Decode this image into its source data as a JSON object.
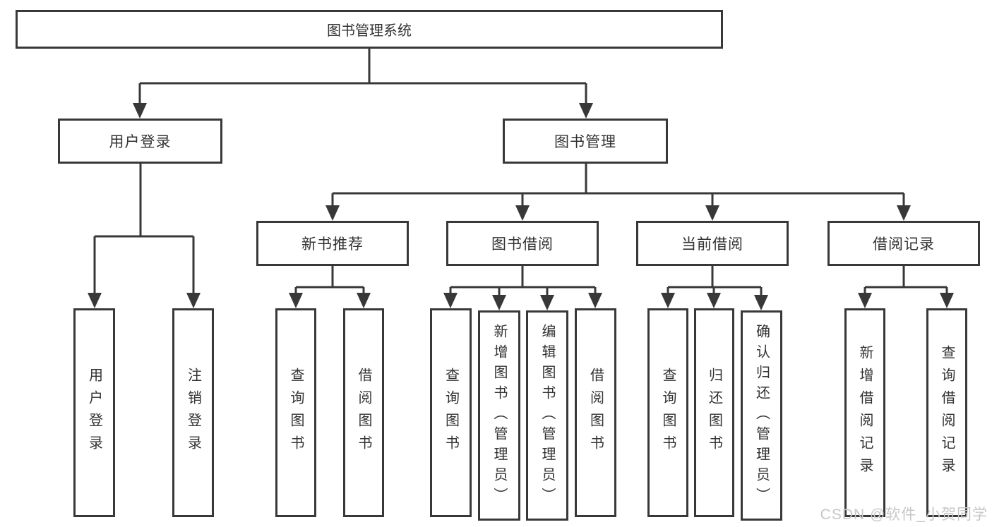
{
  "colors": {
    "line": "#383838",
    "box_border": "#383838",
    "text": "#333333",
    "watermark": "#c7c7c7",
    "background": "#ffffff"
  },
  "tree": {
    "root": {
      "label": "图书管理系统",
      "children": [
        {
          "label": "用户登录",
          "children": [
            {
              "label": "用户登录"
            },
            {
              "label": "注销登录"
            }
          ]
        },
        {
          "label": "图书管理",
          "children": [
            {
              "label": "新书推荐",
              "children": [
                {
                  "label": "查询图书"
                },
                {
                  "label": "借阅图书"
                }
              ]
            },
            {
              "label": "图书借阅",
              "children": [
                {
                  "label": "查询图书"
                },
                {
                  "label": "新增图书（管理员）"
                },
                {
                  "label": "编辑图书（管理员）"
                },
                {
                  "label": "借阅图书"
                }
              ]
            },
            {
              "label": "当前借阅",
              "children": [
                {
                  "label": "查询图书"
                },
                {
                  "label": "归还图书"
                },
                {
                  "label": "确认归还（管理员）"
                }
              ]
            },
            {
              "label": "借阅记录",
              "children": [
                {
                  "label": "新增借阅记录"
                },
                {
                  "label": "查询借阅记录"
                }
              ]
            }
          ]
        }
      ]
    }
  },
  "watermark": {
    "text": "CSDN @软件_小贺同学"
  }
}
